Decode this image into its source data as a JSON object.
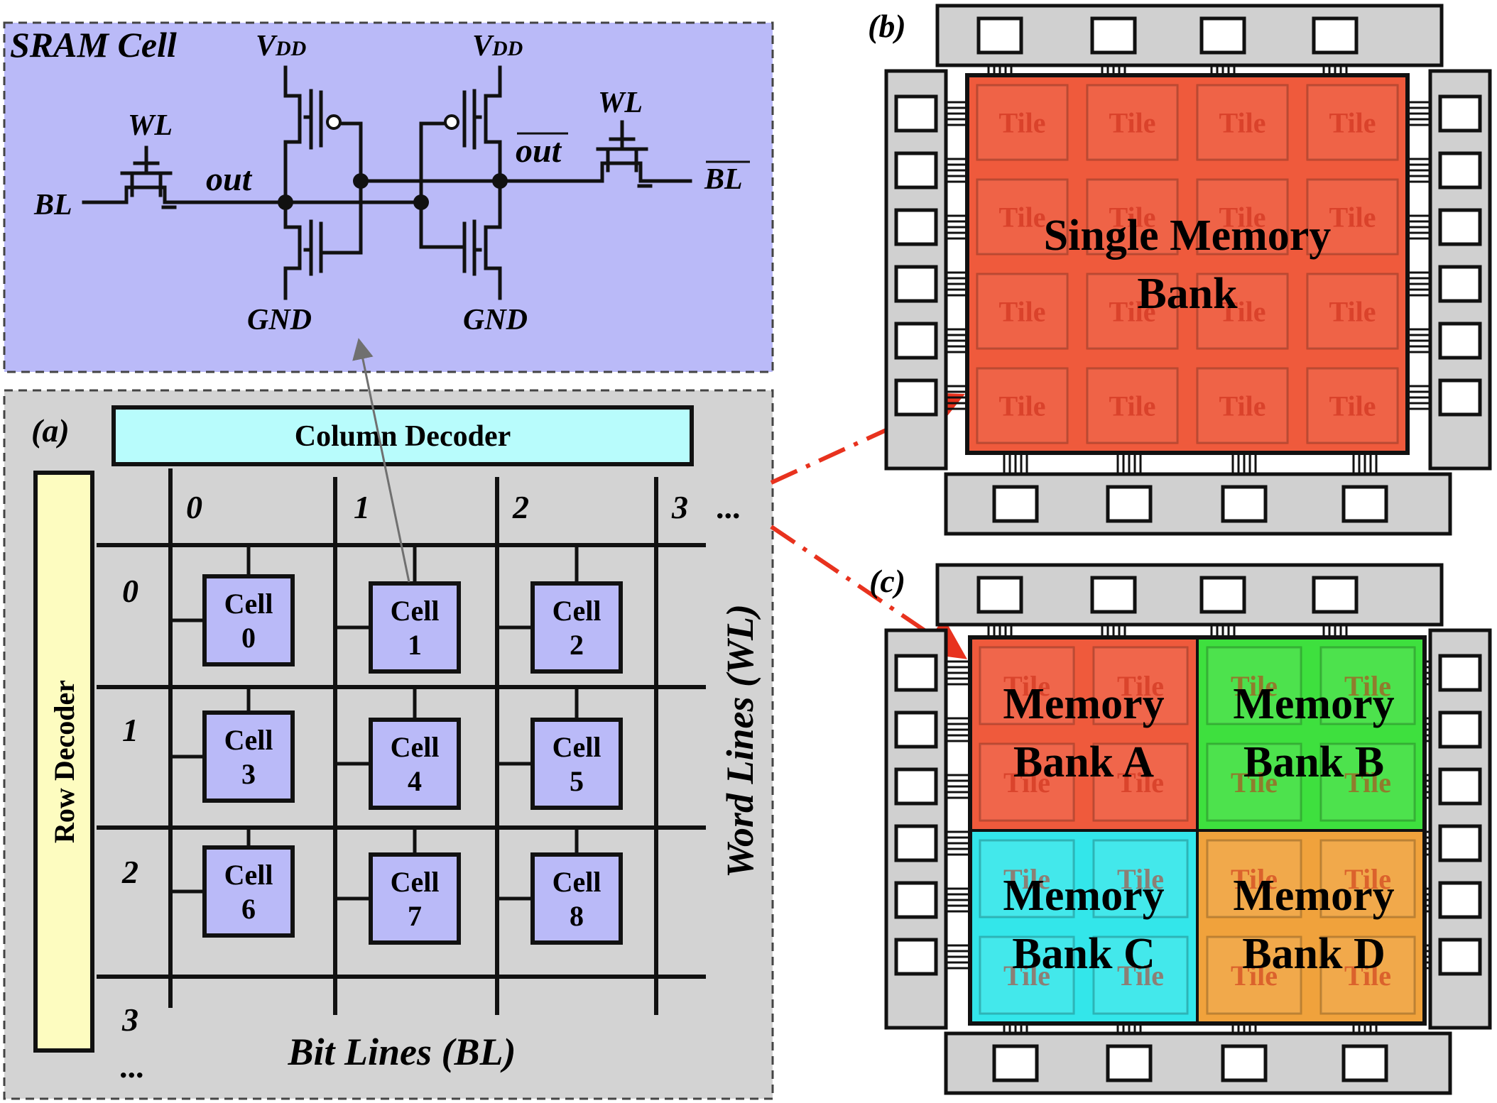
{
  "sram": {
    "title": "SRAM Cell",
    "vdd": "V",
    "vdd_sub": "DD",
    "gnd": "GND",
    "wl": "WL",
    "bl": "BL",
    "out": "out",
    "out_bar": "out",
    "bl_bar": "BL"
  },
  "array": {
    "label": "(a)",
    "column_decoder": "Column Decoder",
    "row_decoder": "Row Decoder",
    "column_indices": [
      "0",
      "1",
      "2",
      "3"
    ],
    "row_indices": [
      "0",
      "1",
      "2",
      "3"
    ],
    "ellipsis": "...",
    "bit_lines": "Bit Lines (BL)",
    "word_lines": "Word Lines (WL)",
    "cells": [
      {
        "word": "Cell",
        "num": "0"
      },
      {
        "word": "Cell",
        "num": "1"
      },
      {
        "word": "Cell",
        "num": "2"
      },
      {
        "word": "Cell",
        "num": "3"
      },
      {
        "word": "Cell",
        "num": "4"
      },
      {
        "word": "Cell",
        "num": "5"
      },
      {
        "word": "Cell",
        "num": "6"
      },
      {
        "word": "Cell",
        "num": "7"
      },
      {
        "word": "Cell",
        "num": "8"
      }
    ]
  },
  "chip_b": {
    "label": "(b)",
    "tile_label": "Tile",
    "bank_line1": "Single Memory",
    "bank_line2": "Bank",
    "bank_color": "#ef5a3c"
  },
  "chip_c": {
    "label": "(c)",
    "tile_label": "Tile",
    "banks": [
      {
        "line1": "Memory",
        "line2": "Bank A",
        "color": "#ef5a3c"
      },
      {
        "line1": "Memory",
        "line2": "Bank B",
        "color": "#3ee03e"
      },
      {
        "line1": "Memory",
        "line2": "Bank C",
        "color": "#33e6ea"
      },
      {
        "line1": "Memory",
        "line2": "Bank D",
        "color": "#f0a23c"
      }
    ]
  },
  "colors": {
    "sram_bg": "#babaf8",
    "array_bg": "#d3d3d3",
    "cell_fill": "#babaf8",
    "column_decoder": "#b8fcfc",
    "row_decoder": "#fdfcc0",
    "arrow_red": "#e8321e",
    "chip_gray": "#d0d0d0"
  }
}
